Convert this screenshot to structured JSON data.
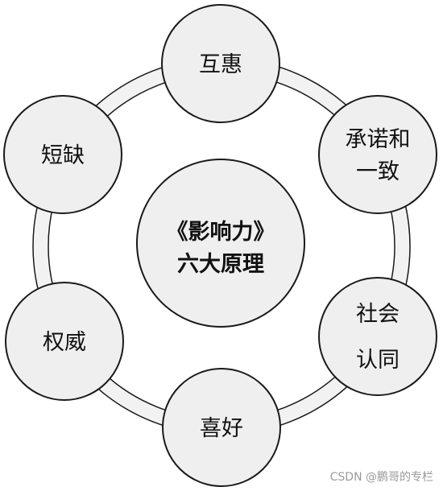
{
  "center": {
    "line1": "《影响力》",
    "line2": "六大原理"
  },
  "nodes": [
    {
      "lines": [
        "互惠"
      ]
    },
    {
      "lines": [
        "承诺和",
        "一致"
      ]
    },
    {
      "lines": [
        "社会",
        "认同"
      ]
    },
    {
      "lines": [
        "喜好"
      ]
    },
    {
      "lines": [
        "权威"
      ]
    },
    {
      "lines": [
        "短缺"
      ]
    }
  ],
  "watermark": "CSDN @鹏哥的专栏",
  "colors": {
    "node_fill": "#efefef",
    "ring_fill": "#f2f2f2",
    "stroke": "#1a1a1a",
    "text": "#111111",
    "watermark": "#9a9a9a"
  }
}
